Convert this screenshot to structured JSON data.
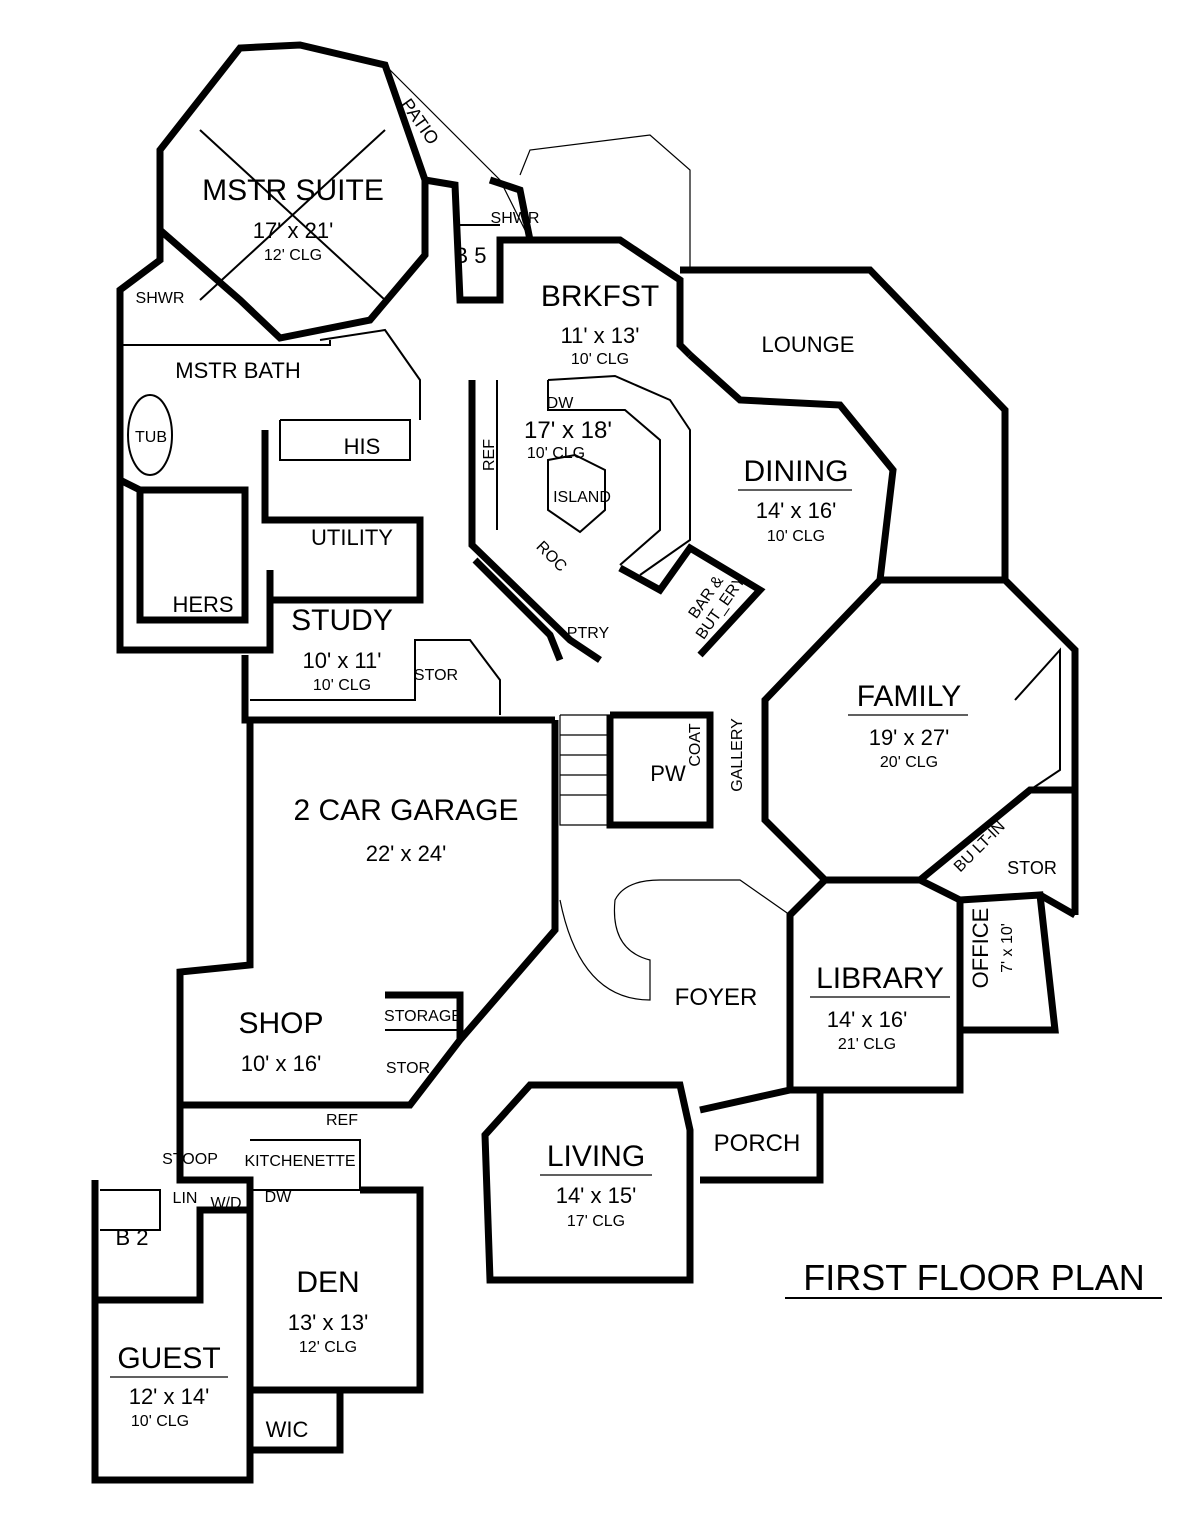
{
  "title": "FIRST FLOOR PLAN",
  "rooms": {
    "master_suite": {
      "name": "MSTR SUITE",
      "size": "17' x 21'",
      "clg": "12' CLG"
    },
    "patio": {
      "name": "PATIO"
    },
    "shwr_master": {
      "name": "SHWR"
    },
    "shwr_b5": {
      "name": "SHWR"
    },
    "b5": {
      "name": "B 5"
    },
    "brkfst": {
      "name": "BRKFST",
      "size": "11' x 13'",
      "clg": "10' CLG"
    },
    "lounge": {
      "name": "LOUNGE"
    },
    "master_bath": {
      "name": "MSTR BATH"
    },
    "tub": {
      "name": "TUB"
    },
    "his": {
      "name": "HIS"
    },
    "hers": {
      "name": "HERS"
    },
    "utility": {
      "name": "UTILITY"
    },
    "kitchen": {
      "size": "17' x 18'",
      "clg": "10' CLG",
      "dw": "DW",
      "ref": "REF",
      "island": "ISLAND",
      "roc": "ROC",
      "ptry": "PTRY"
    },
    "bar": {
      "name1": "BAR &",
      "name2": "BUT_ERY"
    },
    "dining": {
      "name": "DINING",
      "size": "14' x 16'",
      "clg": "10' CLG"
    },
    "study": {
      "name": "STUDY",
      "size": "10' x 11'",
      "clg": "10' CLG"
    },
    "stor_study": {
      "name": "STOR"
    },
    "family": {
      "name": "FAMILY",
      "size": "19' x 27'",
      "clg": "20' CLG"
    },
    "coat": {
      "name": "COAT"
    },
    "pw": {
      "name": "PW"
    },
    "gallery": {
      "name": "GALLERY"
    },
    "garage": {
      "name": "2 CAR GARAGE",
      "size": "22' x 24'"
    },
    "builtin": {
      "name": "BU LT-IN"
    },
    "stor_family": {
      "name": "STOR"
    },
    "office": {
      "name": "OFFICE",
      "size": "7' x 10'"
    },
    "library": {
      "name": "LIBRARY",
      "size": "14' x 16'",
      "clg": "21' CLG"
    },
    "foyer": {
      "name": "FOYER"
    },
    "shop": {
      "name": "SHOP",
      "size": "10' x 16'"
    },
    "storage": {
      "name": "STORAGE"
    },
    "stor_shop": {
      "name": "STOR"
    },
    "kitchenette": {
      "name": "KITCHENETTE",
      "ref": "REF",
      "dw": "DW"
    },
    "stoop": {
      "name": "STOOP"
    },
    "living": {
      "name": "LIVING",
      "size": "14' x 15'",
      "clg": "17' CLG"
    },
    "porch": {
      "name": "PORCH"
    },
    "lin": {
      "name": "LIN"
    },
    "wd": {
      "name": "W/D"
    },
    "b2": {
      "name": "B 2"
    },
    "den": {
      "name": "DEN",
      "size": "13' x 13'",
      "clg": "12' CLG"
    },
    "guest": {
      "name": "GUEST",
      "size": "12' x 14'",
      "clg": "10' CLG"
    },
    "wic": {
      "name": "WIC"
    }
  }
}
